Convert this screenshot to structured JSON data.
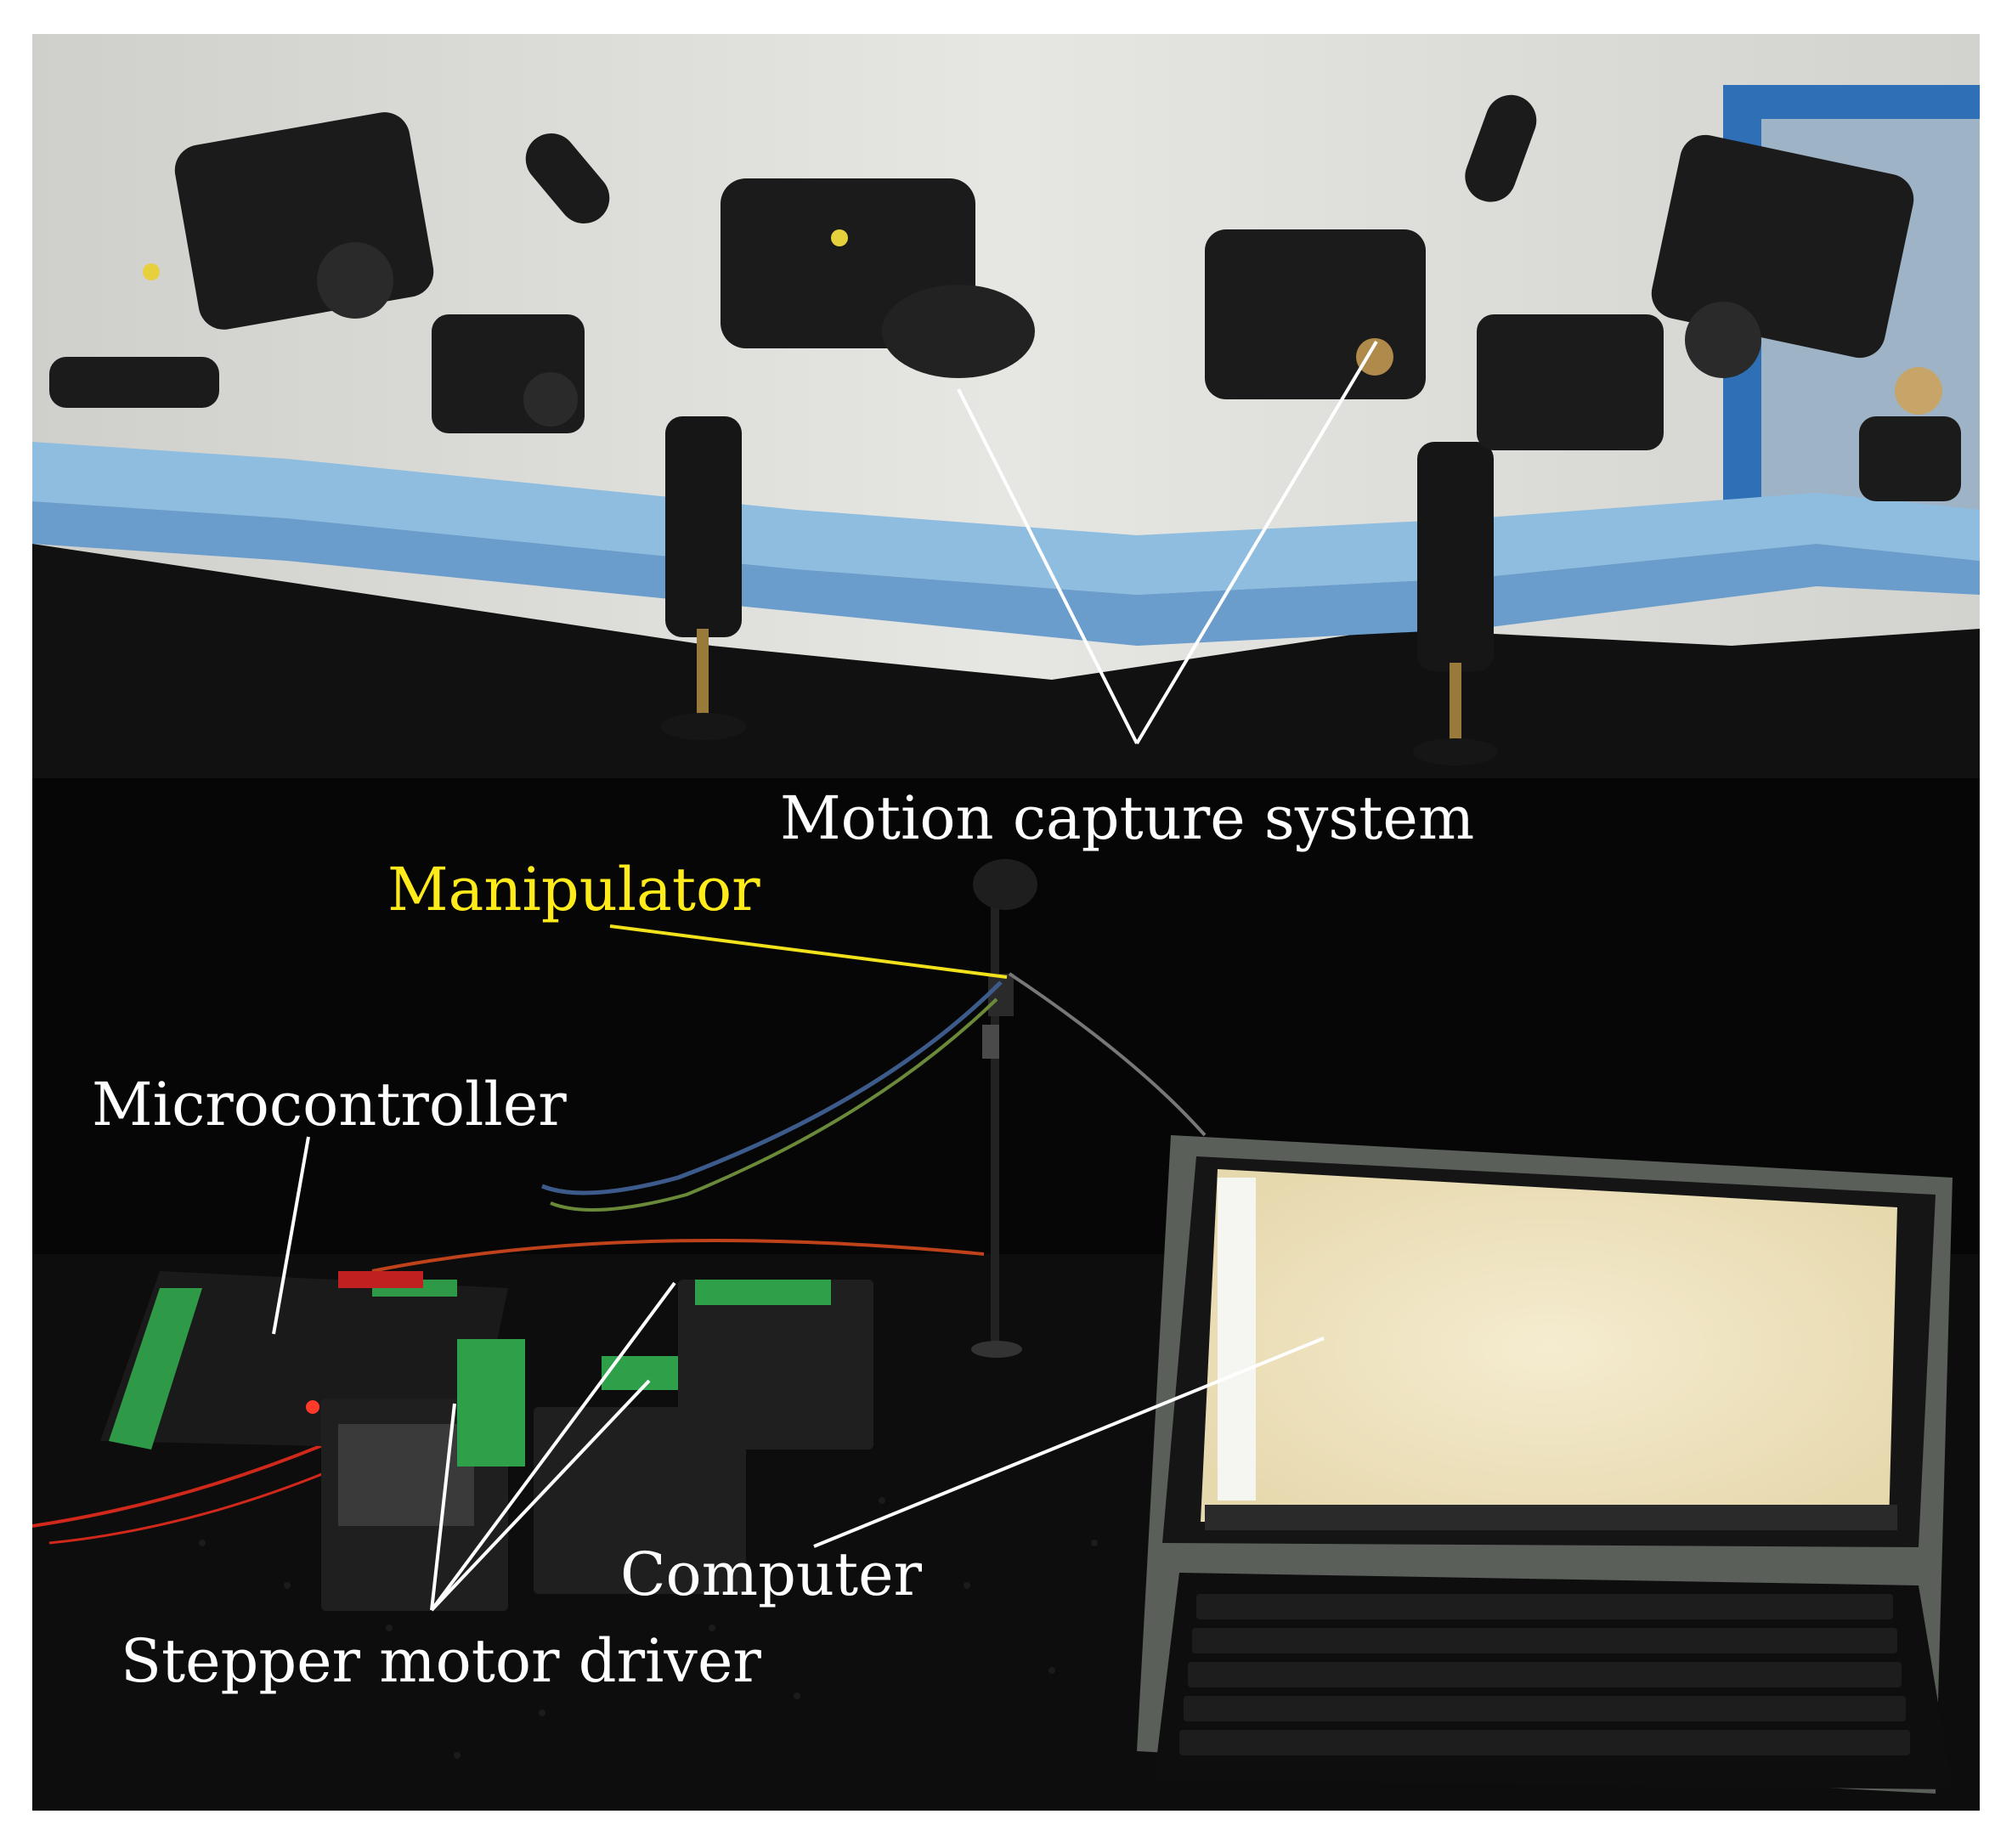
{
  "figure": {
    "labels": {
      "motion_capture": "Motion capture system",
      "manipulator": "Manipulator",
      "microcontroller": "Microcontroller",
      "computer": "Computer",
      "stepper_driver": "Stepper motor driver"
    },
    "colors": {
      "label_text": "#ffffff",
      "manipulator_text": "#ffeb1a",
      "leader_line": "#ffffff",
      "manipulator_line": "#f2e21c",
      "wall": "#d9d9d5",
      "bracket": "#8fbde0",
      "screen": "#efe5c5",
      "board": "#2e9a48"
    }
  }
}
